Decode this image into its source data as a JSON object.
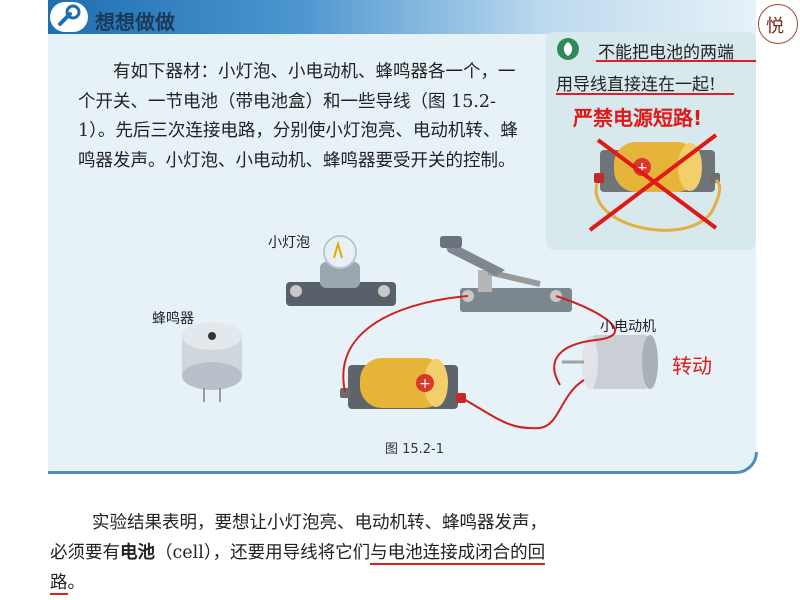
{
  "header": {
    "title": "想想做做"
  },
  "body_text": "有如下器材：小灯泡、小电动机、蜂鸣器各一个，一个开关、一节电池（带电池盒）和一些导线（图 15.2-1）。先后三次连接电路，分别使小灯泡亮、电动机转、蜂鸣器发声。小灯泡、小电动机、蜂鸣器要受开关的控制。",
  "warning": {
    "line1": "不能把电池的两端",
    "line2": "用导线直接连在一起!",
    "red_note": "严禁电源短路!"
  },
  "stamp": {
    "text": "悦"
  },
  "figure": {
    "bulb_label": "小灯泡",
    "buzzer_label": "蜂鸣器",
    "motor_label": "小电动机",
    "caption": "图 15.2-1",
    "rotate_note": "转动"
  },
  "bottom_text": {
    "part1": "实验结果表明，要想让小灯泡亮、电动机转、蜂鸣器发声，必须要有",
    "bold": "电池",
    "part2": "（cell），还要用导线将它们",
    "underlined": "与电池连接成闭合的回路",
    "end": "。"
  },
  "colors": {
    "accent_blue": "#1e6fb0",
    "annotation_red": "#e01818",
    "panel_bg": "#e7f2f8"
  }
}
